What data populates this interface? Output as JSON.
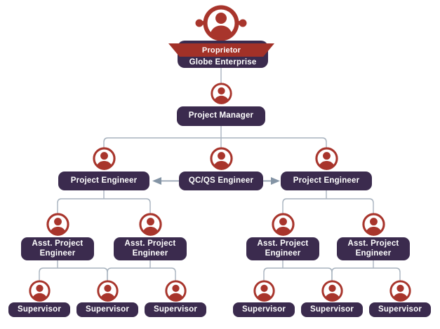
{
  "diagram": {
    "type": "org-chart",
    "root": {
      "title": "Proprietor",
      "company": "Globe Enterprise"
    },
    "manager": {
      "label": "Project Manager"
    },
    "engineers": [
      {
        "label": "Project Engineer"
      },
      {
        "label": "QC/QS Engineer"
      },
      {
        "label": "Project Engineer"
      }
    ],
    "assistants": [
      {
        "label": "Asst. Project Engineer"
      },
      {
        "label": "Asst. Project Engineer"
      },
      {
        "label": "Asst. Project Engineer"
      },
      {
        "label": "Asst. Project Engineer"
      }
    ],
    "supervisors": [
      {
        "label": "Supervisor"
      },
      {
        "label": "Supervisor"
      },
      {
        "label": "Supervisor"
      },
      {
        "label": "Supervisor"
      },
      {
        "label": "Supervisor"
      },
      {
        "label": "Supervisor"
      }
    ],
    "structure": {
      "root_child": "Project Manager",
      "manager_children": [
        "Project Engineer",
        "QC/QS Engineer",
        "Project Engineer"
      ],
      "qc_arrows_point_to": [
        "Project Engineer (left)",
        "Project Engineer (right)"
      ],
      "left_engineer_children": [
        "Asst. Project Engineer 1",
        "Asst. Project Engineer 2"
      ],
      "right_engineer_children": [
        "Asst. Project Engineer 3",
        "Asst. Project Engineer 4"
      ],
      "asst1_children": [
        "Supervisor 1",
        "Supervisor 2"
      ],
      "asst2_children": [
        "Supervisor 2",
        "Supervisor 3"
      ],
      "asst3_children": [
        "Supervisor 4",
        "Supervisor 5"
      ],
      "asst4_children": [
        "Supervisor 5",
        "Supervisor 6"
      ]
    },
    "colors": {
      "node_fill": "#3B2B4E",
      "icon_red": "#A8352C",
      "ribbon_red": "#A23128",
      "connector_line": "#A7B2BE",
      "arrow": "#8494A5",
      "text": "#FFFFFF",
      "background": "#FFFFFF"
    }
  }
}
